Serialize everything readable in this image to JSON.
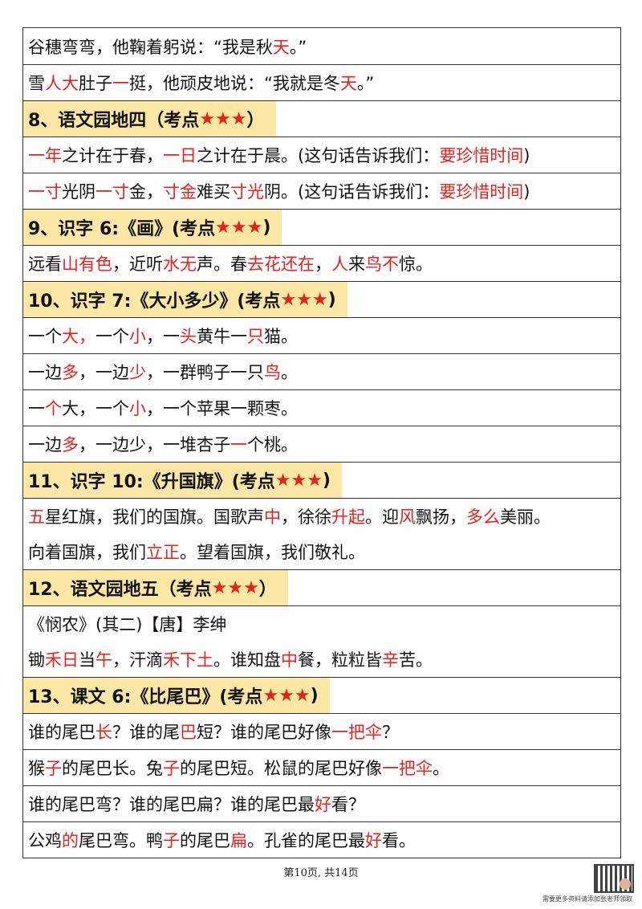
{
  "rows": [
    {
      "type": "text",
      "lines": [
        [
          {
            "t": "谷穗弯弯，他鞠着躬说：“我是秋"
          },
          {
            "t": "天",
            "red": true
          },
          {
            "t": "。”"
          }
        ]
      ]
    },
    {
      "type": "text",
      "lines": [
        [
          {
            "t": "雪"
          },
          {
            "t": "人大",
            "red": true
          },
          {
            "t": "肚子"
          },
          {
            "t": "一",
            "red": true
          },
          {
            "t": "挺，他顽皮地说：“我就是冬"
          },
          {
            "t": "天",
            "red": true
          },
          {
            "t": "。”"
          }
        ]
      ]
    },
    {
      "type": "heading",
      "title": "8、语文园地四（考点",
      "stars": "★★★",
      "close": "）"
    },
    {
      "type": "text",
      "lines": [
        [
          {
            "t": "一年",
            "red": true
          },
          {
            "t": "之计在于春，"
          },
          {
            "t": "一日",
            "red": true
          },
          {
            "t": "之计在于晨。(这句话告诉我们："
          },
          {
            "t": "要珍惜时间",
            "red": true
          },
          {
            "t": ")"
          }
        ]
      ]
    },
    {
      "type": "text",
      "lines": [
        [
          {
            "t": "一寸",
            "red": true
          },
          {
            "t": "光阴"
          },
          {
            "t": "一寸",
            "red": true
          },
          {
            "t": "金，"
          },
          {
            "t": "寸金",
            "red": true
          },
          {
            "t": "难买"
          },
          {
            "t": "寸光",
            "red": true
          },
          {
            "t": "阴。(这句话告诉我们："
          },
          {
            "t": "要珍惜时间",
            "red": true
          },
          {
            "t": ")"
          }
        ]
      ]
    },
    {
      "type": "heading",
      "title": "9、识字 6:《画》(考点",
      "stars": "★★★",
      "close": ")"
    },
    {
      "type": "text",
      "lines": [
        [
          {
            "t": "远看"
          },
          {
            "t": "山有色",
            "red": true
          },
          {
            "t": "，近听"
          },
          {
            "t": "水无",
            "red": true
          },
          {
            "t": "声。春"
          },
          {
            "t": "去花还在",
            "red": true
          },
          {
            "t": "，"
          },
          {
            "t": "人",
            "red": true
          },
          {
            "t": "来"
          },
          {
            "t": "鸟不",
            "red": true
          },
          {
            "t": "惊。"
          }
        ]
      ]
    },
    {
      "type": "heading",
      "title": "10、识字 7:《大小多少》(考点",
      "stars": "★★★",
      "close": ")"
    },
    {
      "type": "text",
      "lines": [
        [
          {
            "t": "一个"
          },
          {
            "t": "大，",
            "red": true
          },
          {
            "t": "一个"
          },
          {
            "t": "小",
            "red": true
          },
          {
            "t": "，一"
          },
          {
            "t": "头",
            "red": true
          },
          {
            "t": "黄牛一"
          },
          {
            "t": "只",
            "red": true
          },
          {
            "t": "猫。"
          }
        ]
      ]
    },
    {
      "type": "text",
      "lines": [
        [
          {
            "t": "一边"
          },
          {
            "t": "多",
            "red": true
          },
          {
            "t": "，一边"
          },
          {
            "t": "少",
            "red": true
          },
          {
            "t": "，一群鸭子一只"
          },
          {
            "t": "鸟",
            "red": true
          },
          {
            "t": "。"
          }
        ]
      ]
    },
    {
      "type": "text",
      "lines": [
        [
          {
            "t": "一"
          },
          {
            "t": "个",
            "red": true
          },
          {
            "t": "大，一个"
          },
          {
            "t": "小",
            "red": true
          },
          {
            "t": "，一个苹果一颗枣。"
          }
        ]
      ]
    },
    {
      "type": "text",
      "lines": [
        [
          {
            "t": "一边"
          },
          {
            "t": "多",
            "red": true
          },
          {
            "t": "，一边少，一堆杏子"
          },
          {
            "t": "一",
            "red": true
          },
          {
            "t": "个桃。"
          }
        ]
      ]
    },
    {
      "type": "heading",
      "title": "11、识字 10:《升国旗》(考点",
      "stars": "★★★",
      "close": ")"
    },
    {
      "type": "text",
      "lines": [
        [
          {
            "t": "五",
            "red": true
          },
          {
            "t": "星红旗，我们的国旗。国歌声"
          },
          {
            "t": "中",
            "red": true
          },
          {
            "t": "，徐徐"
          },
          {
            "t": "升起",
            "red": true
          },
          {
            "t": "。迎"
          },
          {
            "t": "风",
            "red": true
          },
          {
            "t": "飘扬，"
          },
          {
            "t": "多么",
            "red": true
          },
          {
            "t": "美丽。"
          }
        ],
        [
          {
            "t": "向着国旗，我们"
          },
          {
            "t": "立正",
            "red": true
          },
          {
            "t": "。望着国旗，我们敬礼。"
          }
        ]
      ]
    },
    {
      "type": "heading",
      "title": "12、语文园地五（考点",
      "stars": "★★★",
      "close": "）"
    },
    {
      "type": "text",
      "lines": [
        [
          {
            "t": "《悯农》(其二)【唐】李绅"
          }
        ],
        [
          {
            "t": "锄"
          },
          {
            "t": "禾日",
            "red": true
          },
          {
            "t": "当"
          },
          {
            "t": "午",
            "red": true
          },
          {
            "t": "，汗滴"
          },
          {
            "t": "禾下土",
            "red": true
          },
          {
            "t": "。谁知盘"
          },
          {
            "t": "中",
            "red": true
          },
          {
            "t": "餐，粒粒皆"
          },
          {
            "t": "辛",
            "red": true
          },
          {
            "t": "苦。"
          }
        ]
      ]
    },
    {
      "type": "heading",
      "title": "13、课文 6:《比尾巴》(考点",
      "stars": "★★★",
      "close": ")"
    },
    {
      "type": "text",
      "lines": [
        [
          {
            "t": "谁的尾巴"
          },
          {
            "t": "长",
            "red": true
          },
          {
            "t": "？谁的尾"
          },
          {
            "t": "巴",
            "red": true
          },
          {
            "t": "短？谁的尾巴好像"
          },
          {
            "t": "一把伞",
            "red": true
          },
          {
            "t": "？"
          }
        ]
      ]
    },
    {
      "type": "text",
      "lines": [
        [
          {
            "t": "猴"
          },
          {
            "t": "子",
            "red": true
          },
          {
            "t": "的尾巴长。兔"
          },
          {
            "t": "子",
            "red": true
          },
          {
            "t": "的尾巴短。松鼠的尾巴好像"
          },
          {
            "t": "一把伞",
            "red": true
          },
          {
            "t": "。"
          }
        ]
      ]
    },
    {
      "type": "text",
      "lines": [
        [
          {
            "t": "谁的尾巴弯？谁的尾巴扁？谁的尾巴最"
          },
          {
            "t": "好",
            "red": true
          },
          {
            "t": "看？"
          }
        ]
      ]
    },
    {
      "type": "text",
      "lines": [
        [
          {
            "t": "公鸡"
          },
          {
            "t": "的",
            "red": true
          },
          {
            "t": "尾巴弯。鸭"
          },
          {
            "t": "子",
            "red": true
          },
          {
            "t": "的尾巴"
          },
          {
            "t": "扁",
            "red": true
          },
          {
            "t": "。孔雀的尾巴最"
          },
          {
            "t": "好",
            "red": true
          },
          {
            "t": "看。"
          }
        ]
      ]
    }
  ],
  "footer": {
    "page_label": "第10页, 共14页",
    "note": "需要更多资料请添加张老师领取"
  },
  "colors": {
    "accent": "#e8201d",
    "highlight": "#fde7a6"
  }
}
